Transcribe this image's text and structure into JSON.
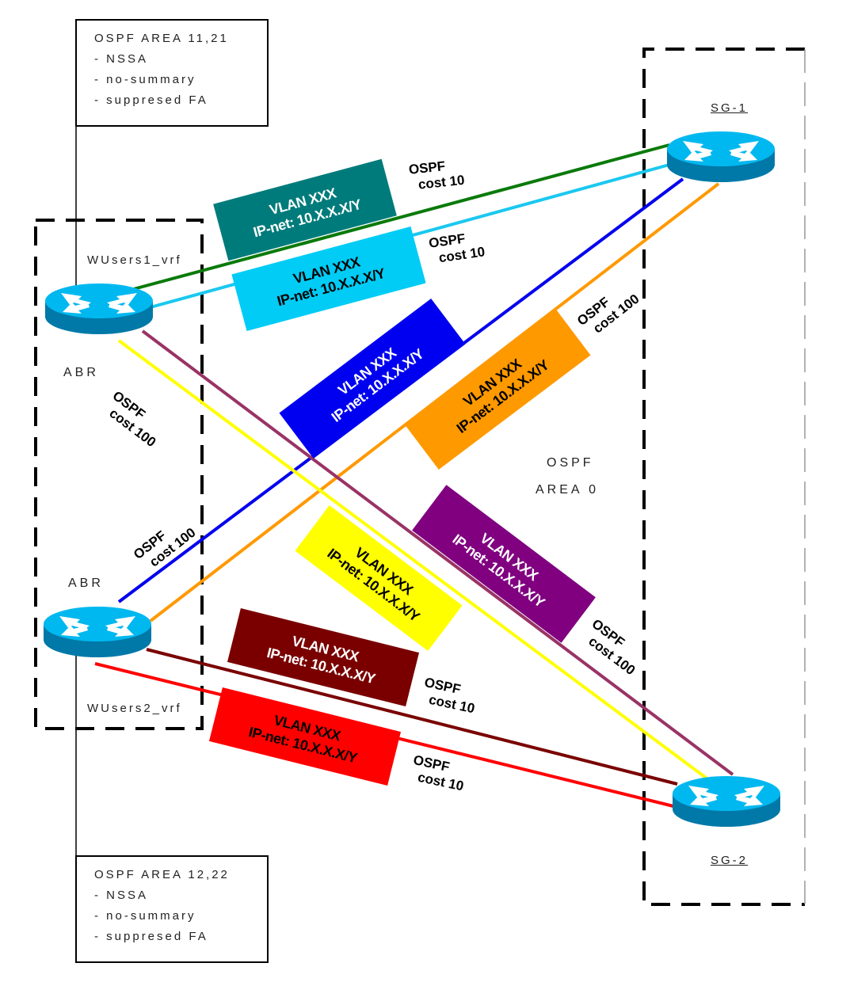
{
  "areas": {
    "top": {
      "title": "OSPF AREA 11,21",
      "items": [
        "- NSSA",
        "- no-summary",
        "- suppresed FA"
      ]
    },
    "bottom": {
      "title": "OSPF AREA 12,22",
      "items": [
        "- NSSA",
        "- no-summary",
        "- suppresed FA"
      ]
    },
    "backbone": {
      "line1": "OSPF",
      "line2": "AREA 0"
    }
  },
  "routers": {
    "abr1": {
      "label": "ABR",
      "vrf": "WUsers1_vrf"
    },
    "abr2": {
      "label": "ABR",
      "vrf": "WUsers2_vrf"
    },
    "sg1": {
      "label": "SG-1"
    },
    "sg2": {
      "label": "SG-2"
    }
  },
  "links": [
    {
      "id": "green",
      "from": "abr1",
      "to": "sg1",
      "color": "#0a7a0a",
      "label_color": "#007b7b",
      "text_color": "#ffffff",
      "vlan": "VLAN XXX",
      "net": "IP-net: 10.X.X.X/Y",
      "cost": "OSPF cost 10",
      "cost_line1": "OSPF",
      "cost_line2": "cost 10"
    },
    {
      "id": "cyan",
      "from": "abr1",
      "to": "sg1",
      "color": "#1ac8f0",
      "label_color": "#00ccf5",
      "text_color": "#000000",
      "vlan": "VLAN XXX",
      "net": "IP-net: 10.X.X.X/Y",
      "cost": "OSPF cost 10",
      "cost_line1": "OSPF",
      "cost_line2": "cost 10"
    },
    {
      "id": "blue",
      "from": "abr2",
      "to": "sg1",
      "color": "#0000ee",
      "label_color": "#0000f0",
      "text_color": "#ffffff",
      "vlan": "VLAN XXX",
      "net": "IP-net: 10.X.X.X/Y",
      "cost": "OSPF cost 100",
      "cost_line1": "OSPF",
      "cost_line2": "cost 100"
    },
    {
      "id": "orange",
      "from": "abr2",
      "to": "sg1",
      "color": "#ff9900",
      "label_color": "#ff9900",
      "text_color": "#000000",
      "vlan": "VLAN XXX",
      "net": "IP-net: 10.X.X.X/Y",
      "cost": "OSPF cost 100",
      "cost_line1": "OSPF",
      "cost_line2": "cost 100"
    },
    {
      "id": "yellow",
      "from": "abr1",
      "to": "sg2",
      "color": "#ffff00",
      "label_color": "#ffff00",
      "text_color": "#000000",
      "vlan": "VLAN XXX",
      "net": "IP-net: 10.X.X.X/Y",
      "cost": "OSPF cost 100",
      "cost_line1": "OSPF",
      "cost_line2": "cost 100"
    },
    {
      "id": "purple",
      "from": "abr1",
      "to": "sg2",
      "color": "#993366",
      "label_color": "#800080",
      "text_color": "#ffffff",
      "vlan": "VLAN XXX",
      "net": "IP-net: 10.X.X.X/Y",
      "cost": "OSPF cost 100",
      "cost_line1": "OSPF",
      "cost_line2": "cost 100"
    },
    {
      "id": "darkred",
      "from": "abr2",
      "to": "sg2",
      "color": "#7a0000",
      "label_color": "#7a0000",
      "text_color": "#ffffff",
      "vlan": "VLAN XXX",
      "net": "IP-net: 10.X.X.X/Y",
      "cost": "OSPF cost 10",
      "cost_line1": "OSPF",
      "cost_line2": "cost 10"
    },
    {
      "id": "red",
      "from": "abr2",
      "to": "sg2",
      "color": "#ff0000",
      "label_color": "#ff0000",
      "text_color": "#000000",
      "vlan": "VLAN XXX",
      "net": "IP-net: 10.X.X.X/Y",
      "cost": "OSPF cost 10",
      "cost_line1": "OSPF",
      "cost_line2": "cost 10"
    }
  ],
  "colors": {
    "router_top": "#00b8f0",
    "router_side": "#0079a8",
    "router_arrow": "#ffffff"
  }
}
